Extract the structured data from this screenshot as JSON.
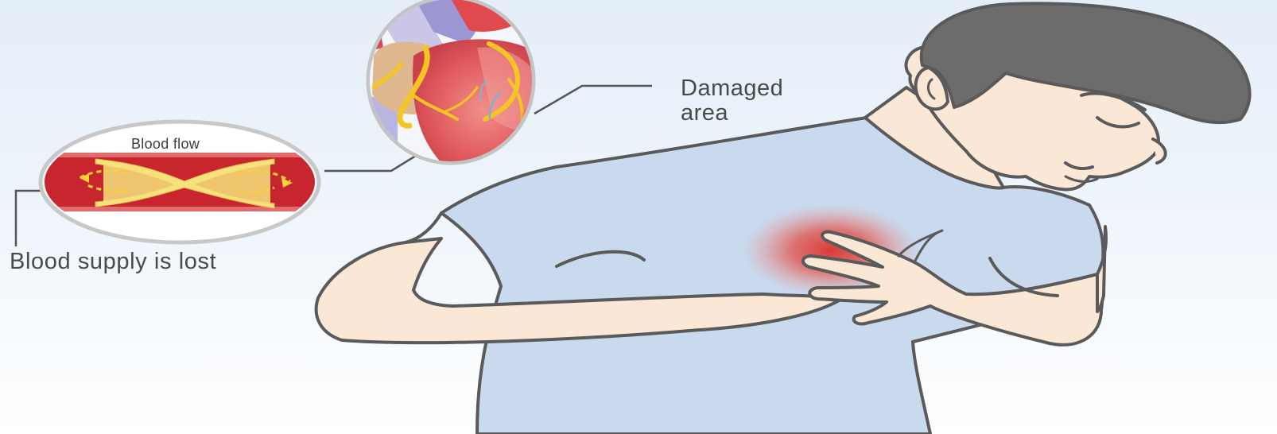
{
  "labels": {
    "damaged_line1": "Damaged",
    "damaged_line2": "area",
    "blood_flow": "Blood flow",
    "blood_supply_lost": "Blood supply is lost"
  },
  "colors": {
    "shirt": "#c9d9ee",
    "skin": "#fbe7d6",
    "hair": "#6c6c6c",
    "outline": "#5a5a5a",
    "artery_wall": "#c8262e",
    "plaque": "#f6e27a",
    "heart": "#e85a5e",
    "pain_glow": "#e8332f",
    "callout_line": "#555555"
  },
  "icons": {
    "man": "man-clutching-chest-icon",
    "heart": "heart-anatomy-icon",
    "artery": "blocked-artery-icon"
  }
}
